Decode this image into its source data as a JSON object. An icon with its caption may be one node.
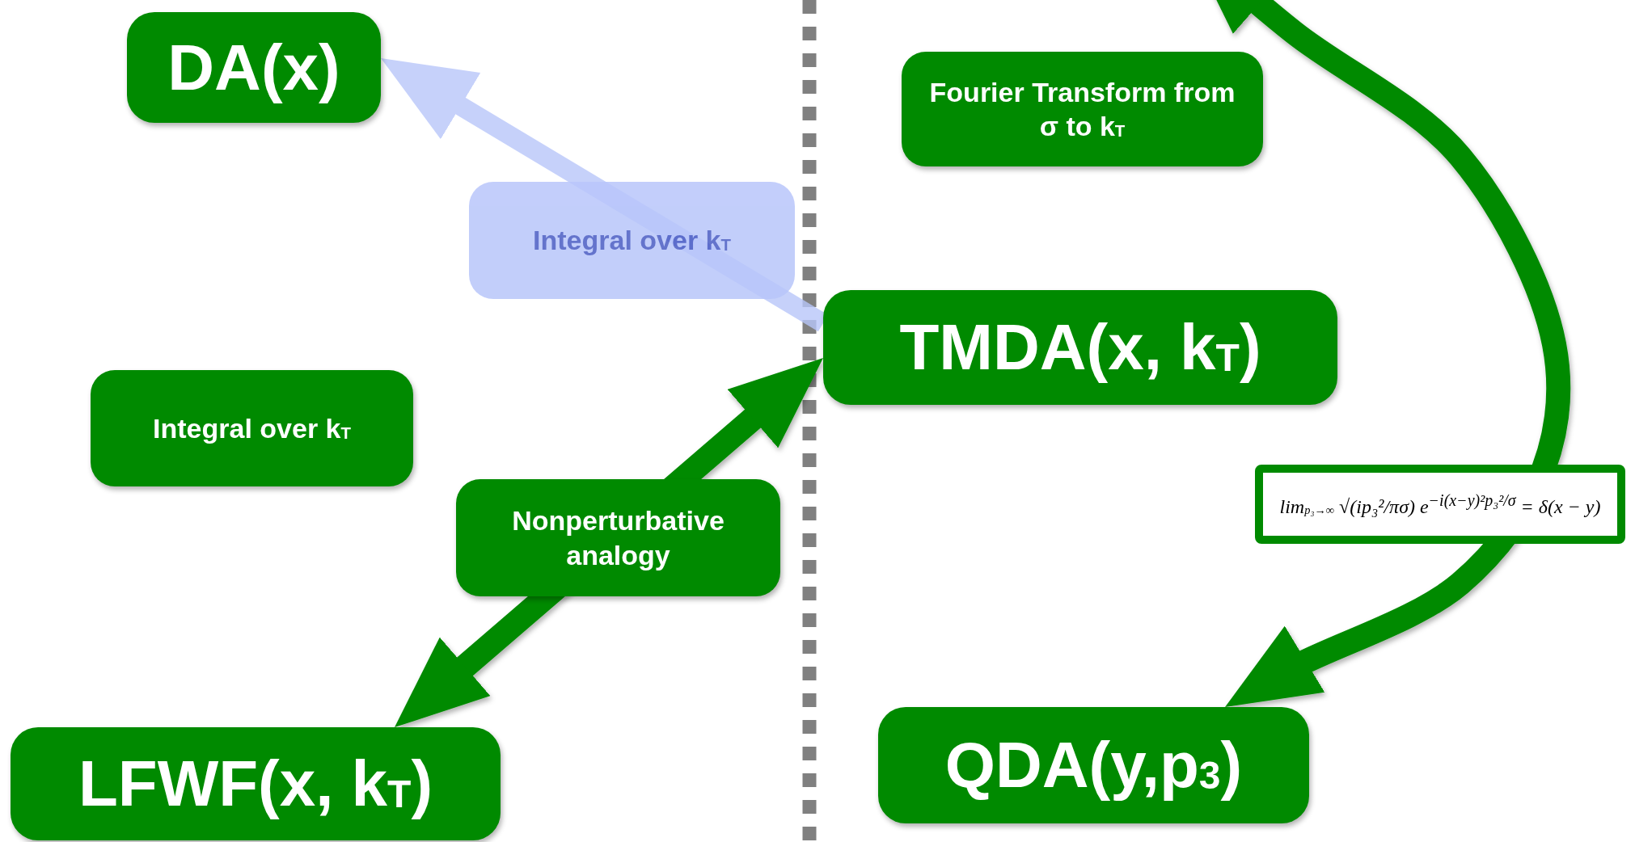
{
  "diagram": {
    "nodes": [
      {
        "text": [
          "DA(x)"
        ]
      },
      {
        "text": [
          "TMDA(x, k$_{T}$)"
        ]
      },
      {
        "text": [
          "LFWF(x, k$_{T}$)"
        ]
      },
      {
        "text": [
          "QDA(y,p$_{3}$)"
        ]
      }
    ],
    "edges": [
      {
        "from": 2,
        "to": 0,
        "arrow": "to",
        "label": "Integral over k$_{T}$"
      },
      {
        "from": 2,
        "to": 1,
        "arrow": "both",
        "label": "Nonperturbative analogy"
      },
      {
        "from": 1,
        "to": 0,
        "arrow": "to",
        "label": "Integral over k$_{T}$",
        "color": "#b8c6fa"
      },
      {
        "from": null,
        "to": 1,
        "arrow": "both",
        "label": "Fourier Transform from σ to k$_{T}$"
      },
      {
        "from": null,
        "to": 3,
        "arrow": "both",
        "label": "lim$_{p₃→∞}$ √(ip₃²/πσ) e$^{−i(x−y)²p₃²/σ}$ = δ(x − y)"
      }
    ]
  }
}
